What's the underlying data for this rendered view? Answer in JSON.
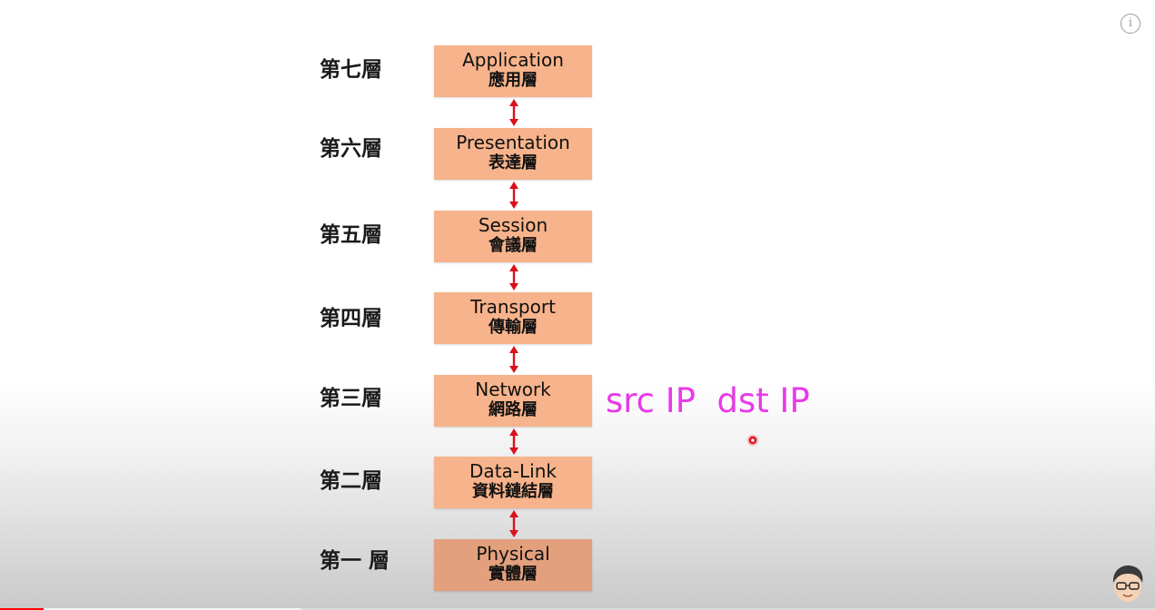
{
  "layers": [
    {
      "label": "第七層",
      "en": "Application",
      "zh": "應用層"
    },
    {
      "label": "第六層",
      "en": "Presentation",
      "zh": "表達層"
    },
    {
      "label": "第五層",
      "en": "Session",
      "zh": "會議層"
    },
    {
      "label": "第四層",
      "en": "Transport",
      "zh": "傳輸層"
    },
    {
      "label": "第三層",
      "en": "Network",
      "zh": "網路層"
    },
    {
      "label": "第二層",
      "en": "Data-Link",
      "zh": "資料鏈結層"
    },
    {
      "label": "第一 層",
      "en": "Physical",
      "zh": "實體層"
    }
  ],
  "annotation": "src IP  dst IP",
  "info_icon": "i",
  "colors": {
    "box": "#f7b38b",
    "box_bottom": "#e3a07c",
    "arrow": "#d9111b",
    "annotation": "#e83ae8",
    "progress": "#ff0000"
  },
  "player": {
    "progress_fraction": 0.038,
    "buffered_fraction": 0.26
  }
}
